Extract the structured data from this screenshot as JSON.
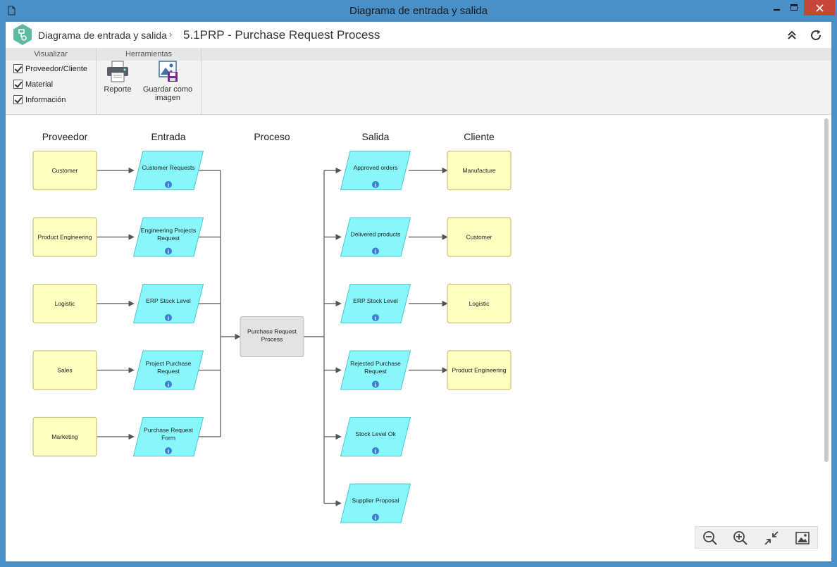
{
  "window": {
    "title": "Diagrama de entrada y salida"
  },
  "header": {
    "breadcrumb_root": "Diagrama de entrada y salida",
    "separator": "›",
    "page_title": "5.1PRP - Purchase Request Process"
  },
  "toolbar": {
    "groups": {
      "view": "Visualizar",
      "tools": "Herramientas"
    },
    "checkboxes": [
      {
        "label": "Proveedor/Cliente",
        "checked": true
      },
      {
        "label": "Material",
        "checked": true
      },
      {
        "label": "Información",
        "checked": true
      }
    ],
    "report_label": "Reporte",
    "save_image_label_1": "Guardar como",
    "save_image_label_2": "imagen"
  },
  "diagram": {
    "columns": [
      "Proveedor",
      "Entrada",
      "Proceso",
      "Salida",
      "Cliente"
    ],
    "suppliers": [
      "Customer",
      "Product Engineering",
      "Logistic",
      "Sales",
      "Marketing"
    ],
    "inputs": [
      [
        "Customer Requests"
      ],
      [
        "Engineering Projects",
        "Request"
      ],
      [
        "ERP Stock Level"
      ],
      [
        "Project Purchase",
        "Request"
      ],
      [
        "Purchase Request",
        "Form"
      ]
    ],
    "process": [
      "Purchase Request",
      "Process"
    ],
    "outputs": [
      [
        "Approved orders"
      ],
      [
        "Delivered products"
      ],
      [
        "ERP Stock Level"
      ],
      [
        "Rejected Purchase",
        "Request"
      ],
      [
        "Stock Level Ok"
      ],
      [
        "Supplier Proposal"
      ]
    ],
    "customers": [
      "Manufacture",
      "Customer",
      "Logistic",
      "Product Engineering"
    ]
  },
  "colors": {
    "title_bar": "#4a90c8",
    "close_button": "#c7463b",
    "actor_fill": "#ffffc2",
    "actor_stroke": "#c9c27a",
    "material_fill": "#88f7fb",
    "material_stroke": "#4fc6cf",
    "process_fill": "#e3e3e3",
    "info_icon": "#3a7fd0",
    "connector": "#555555"
  },
  "icons": [
    "document-icon",
    "minimize-icon",
    "maximize-icon",
    "close-icon",
    "app-logo-icon",
    "collapse-icon",
    "refresh-icon",
    "printer-icon",
    "save-image-icon",
    "info-icon",
    "zoom-out-icon",
    "zoom-in-icon",
    "fit-screen-icon",
    "export-image-icon"
  ]
}
